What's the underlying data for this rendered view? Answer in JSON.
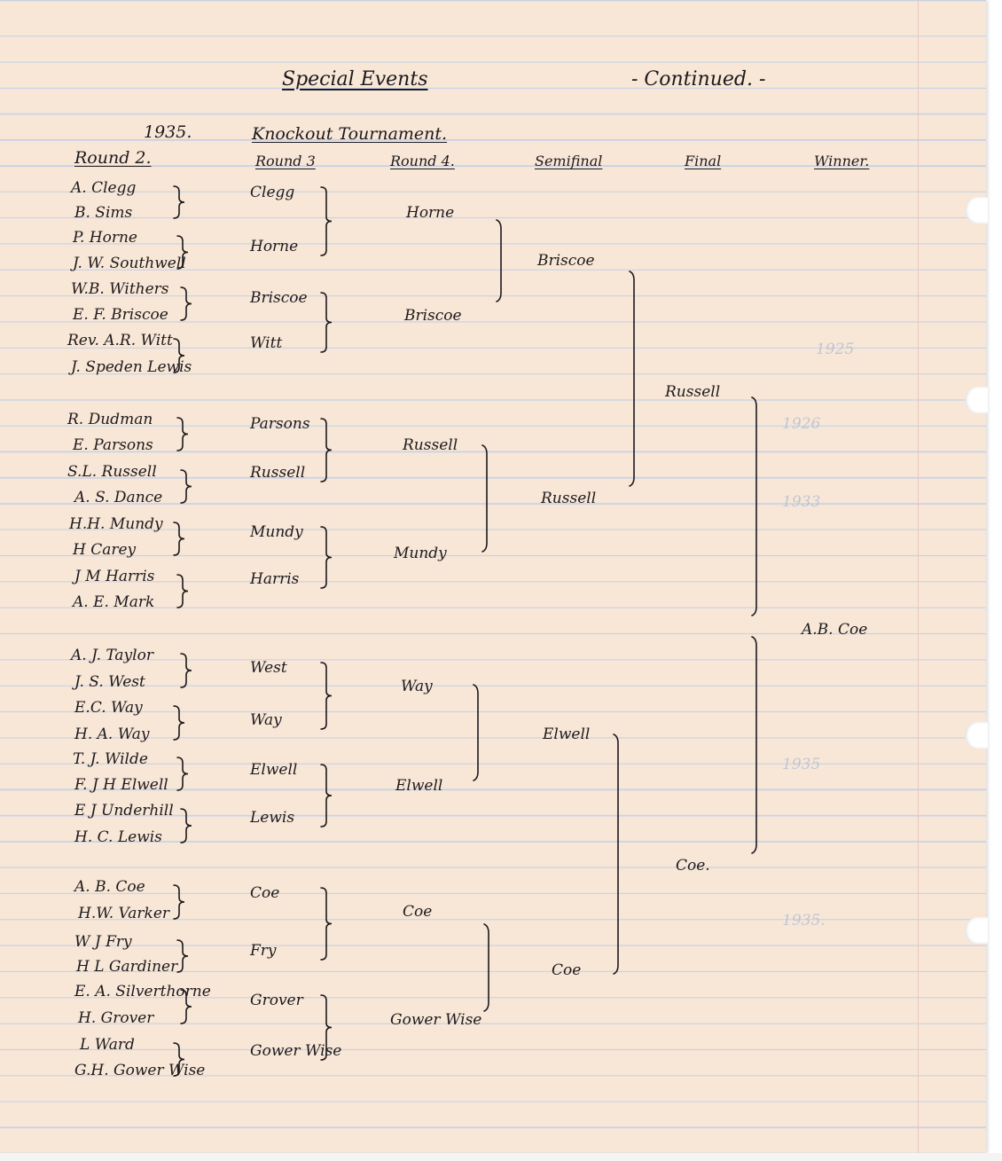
{
  "page": {
    "title": "Special Events",
    "title_suffix": "- Continued. -"
  },
  "tournament": {
    "year": "1935.",
    "name": "Knockout Tournament."
  },
  "headers": {
    "round2": "Round 2.",
    "round3": "Round 3",
    "round4": "Round 4.",
    "semifinal": "Semifinal",
    "final": "Final",
    "winner": "Winner."
  },
  "round2": [
    "A. Clegg",
    "B. Sims",
    "P. Horne",
    "J. W. Southwell",
    "W.B. Withers",
    "E. F. Briscoe",
    "Rev. A.R. Witt",
    "J. Speden Lewis",
    "R. Dudman",
    "E. Parsons",
    "S.L. Russell",
    "A. S. Dance",
    "H.H. Mundy",
    "H Carey",
    "J M Harris",
    "A. E. Mark",
    "A. J. Taylor",
    "J. S. West",
    "E.C. Way",
    "H. A. Way",
    "T. J. Wilde",
    "F. J H Elwell",
    "E J Underhill",
    "H. C. Lewis",
    "A. B. Coe",
    "H.W. Varker",
    "W J Fry",
    "H L Gardiner",
    "E. A. Silverthorne",
    "H. Grover",
    "L Ward",
    "G.H. Gower Wise"
  ],
  "round3": [
    "Clegg",
    "Horne",
    "Briscoe",
    "Witt",
    "Parsons",
    "Russell",
    "Mundy",
    "Harris",
    "West",
    "Way",
    "Elwell",
    "Lewis",
    "Coe",
    "Fry",
    "Grover",
    "Gower Wise"
  ],
  "round4": [
    "Horne",
    "Briscoe",
    "Russell",
    "Mundy",
    "Way",
    "Elwell",
    "Coe",
    "Gower Wise"
  ],
  "semifinal": [
    "Briscoe",
    "Russell",
    "Elwell",
    "Coe"
  ],
  "final": [
    "Russell",
    "Coe."
  ],
  "winner": "A.B. Coe",
  "faint_show_through": [
    "1925",
    "1926",
    "1933",
    "1935",
    "1935."
  ],
  "colors": {
    "paper": "#f8e7d6",
    "ink": "#1d1a1e",
    "rule_line": "#c8d2e6",
    "show_through": "#aebbd4"
  }
}
